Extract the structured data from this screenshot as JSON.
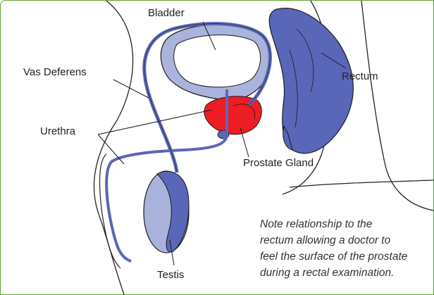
{
  "labels": {
    "bladder": "Bladder",
    "vas_deferens": "Vas Deferens",
    "rectum": "Rectum",
    "urethra": "Urethra",
    "prostate_gland": "Prostate Gland",
    "testis": "Testis"
  },
  "note": {
    "lines": [
      "Note relationship to the",
      "rectum allowing a doctor to",
      "feel the surface of the prostate",
      "during a rectal examination."
    ]
  },
  "colors": {
    "frame_border": "#5aa02c",
    "organ_blue": "#5a67b8",
    "organ_light": "#aab3dc",
    "prostate": "#ee1c24",
    "outline": "#1a1a1a"
  }
}
